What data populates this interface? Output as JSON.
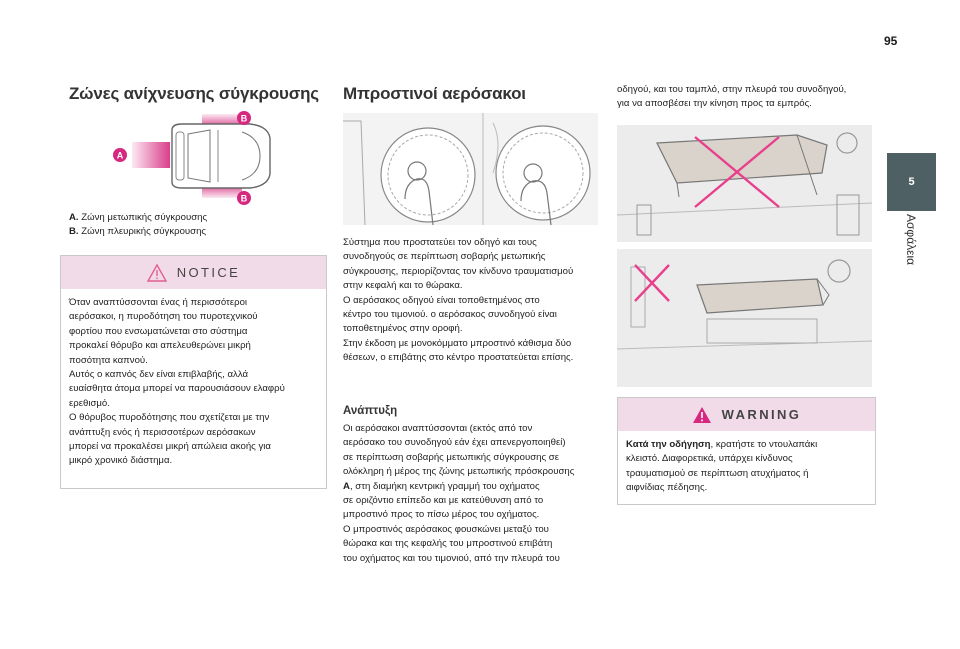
{
  "page_number": "95",
  "side_tab": {
    "number": "5",
    "label": "Ασφάλεια"
  },
  "left": {
    "title": "Ζώνες ανίχνευσης σύγκρουσης",
    "markers": {
      "a": "A",
      "b": "B"
    },
    "legend": [
      {
        "key": "A.",
        "text": "Ζώνη μετωπικής σύγκρουσης"
      },
      {
        "key": "B.",
        "text": "Ζώνη πλευρικής σύγκρουσης"
      }
    ],
    "notice": {
      "heading": "NOTICE",
      "lines": [
        "Όταν αναπτύσσονται ένας ή περισσότεροι",
        "αερόσακοι, η πυροδότηση του πυροτεχνικού",
        "φορτίου που ενσωματώνεται στο σύστημα",
        "προκαλεί θόρυβο και απελευθερώνει μικρή",
        "ποσότητα καπνού.",
        "Αυτός ο καπνός δεν είναι επιβλαβής, αλλά",
        "ευαίσθητα άτομα μπορεί να παρουσιάσουν ελαφρύ",
        "ερεθισμό.",
        "Ο θόρυβος πυροδότησης που σχετίζεται με την",
        "ανάπτυξη ενός ή περισσοτέρων αερόσακων",
        "μπορεί να προκαλέσει μικρή απώλεια ακοής για",
        "μικρό χρονικό διάστημα."
      ]
    }
  },
  "middle": {
    "title": "Μπροστινοί αερόσακοι",
    "intro_lines": [
      "Σύστημα που προστατεύει τον οδηγό και τους",
      "συνοδηγούς σε περίπτωση σοβαρής μετωπικής",
      "σύγκρουσης, περιορίζοντας τον κίνδυνο τραυματισμού",
      "στην κεφαλή και το θώρακα.",
      "Ο αερόσακος οδηγού είναι τοποθετημένος στο",
      "κέντρο του τιμονιού. ο αερόσακος συνοδηγού είναι",
      "τοποθετημένος στην οροφή.",
      "Στην έκδοση με μονοκόμματο μπροστινό κάθισμα δύο",
      "θέσεων, ο επιβάτης στο κέντρο προστατεύεται επίσης."
    ],
    "subheading": "Ανάπτυξη",
    "deploy_lines": [
      "Οι αερόσακοι αναπτύσσονται (εκτός από τον",
      "αερόσακο του συνοδηγού εάν έχει απενεργοποιηθεί)",
      "σε περίπτωση σοβαρής μετωπικής σύγκρουσης σε",
      "ολόκληρη ή μέρος της ζώνης μετωπικής πρόσκρουσης"
    ],
    "deploy_bold": "A",
    "deploy_after_bold": ", στη διαμήκη κεντρική γραμμή του οχήματος",
    "deploy_lines_2": [
      "σε οριζόντιο επίπεδο και με κατεύθυνση από το",
      "μπροστινό προς το πίσω μέρος του οχήματος.",
      "Ο μπροστινός αερόσακος φουσκώνει μεταξύ του",
      "θώρακα και της κεφαλής του μπροστινού επιβάτη",
      "του οχήματος και του τιμονιού, από την πλευρά του"
    ]
  },
  "right": {
    "cont_lines": [
      "οδηγού, και του ταμπλό, στην πλευρά του συνοδηγού,",
      "για να αποσβέσει την κίνηση προς τα εμπρός."
    ],
    "warning": {
      "heading": "WARNING",
      "bold": "Κατά την οδήγηση",
      "first_rest": ", κρατήστε το ντουλαπάκι",
      "lines": [
        "κλειστό. Διαφορετικά, υπάρχει κίνδυνος",
        "τραυματισμού σε περίπτωση ατυχήματος ή",
        "αιφνίδιας πέδησης."
      ]
    }
  },
  "colors": {
    "accent_pink": "#d6287e",
    "tab_gray": "#4f6064",
    "box_head": "#f2dbe8",
    "cross_pink": "#e8408d"
  }
}
